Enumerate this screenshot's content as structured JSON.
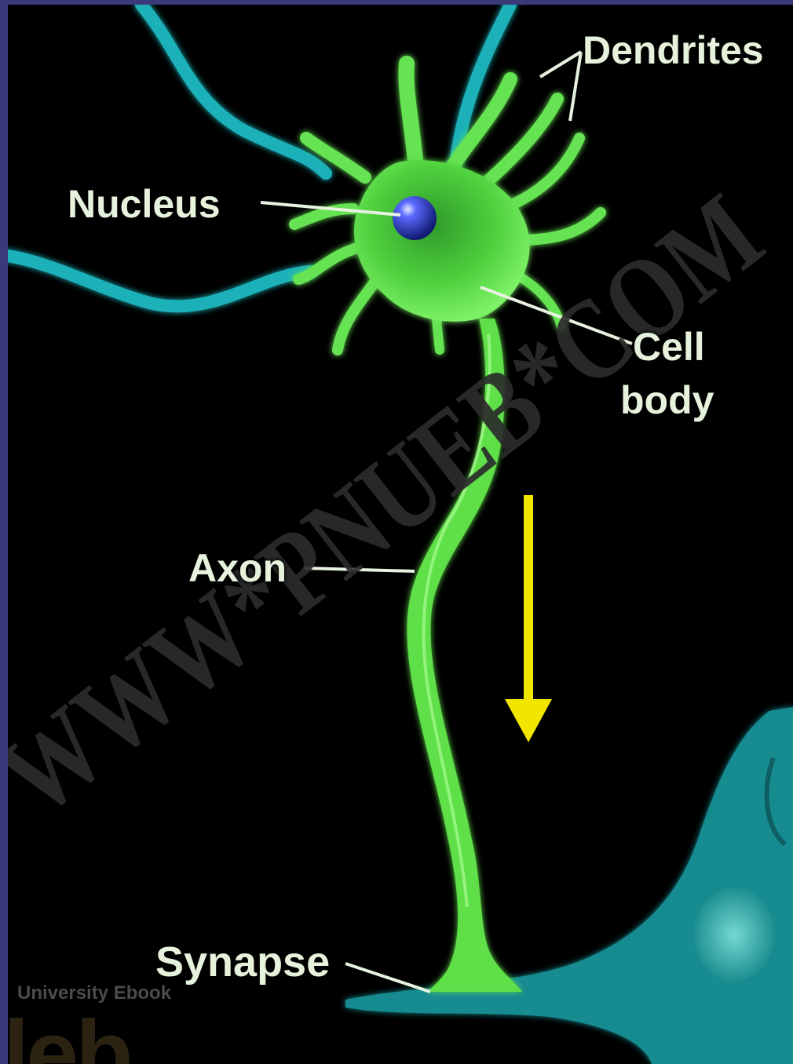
{
  "labels": {
    "dendrites": "Dendrites",
    "nucleus": "Nucleus",
    "cell_body_line1": "Cell",
    "cell_body_line2": "body",
    "axon": "Axon",
    "synapse": "Synapse"
  },
  "watermark": "WWW*PNUEB*COM",
  "corner_logo": {
    "caption": "University Ebook",
    "letters": "leb"
  },
  "colors": {
    "background": "#000000",
    "frame": "#3a3a7a",
    "neuron": "#5fe04a",
    "neighbor_cell": "#1fa7a7",
    "nucleus": "#1a2a9a",
    "arrow": "#f2e600",
    "label_text": "#e6f2dc"
  },
  "icons": [
    "signal-direction-arrow-icon"
  ]
}
